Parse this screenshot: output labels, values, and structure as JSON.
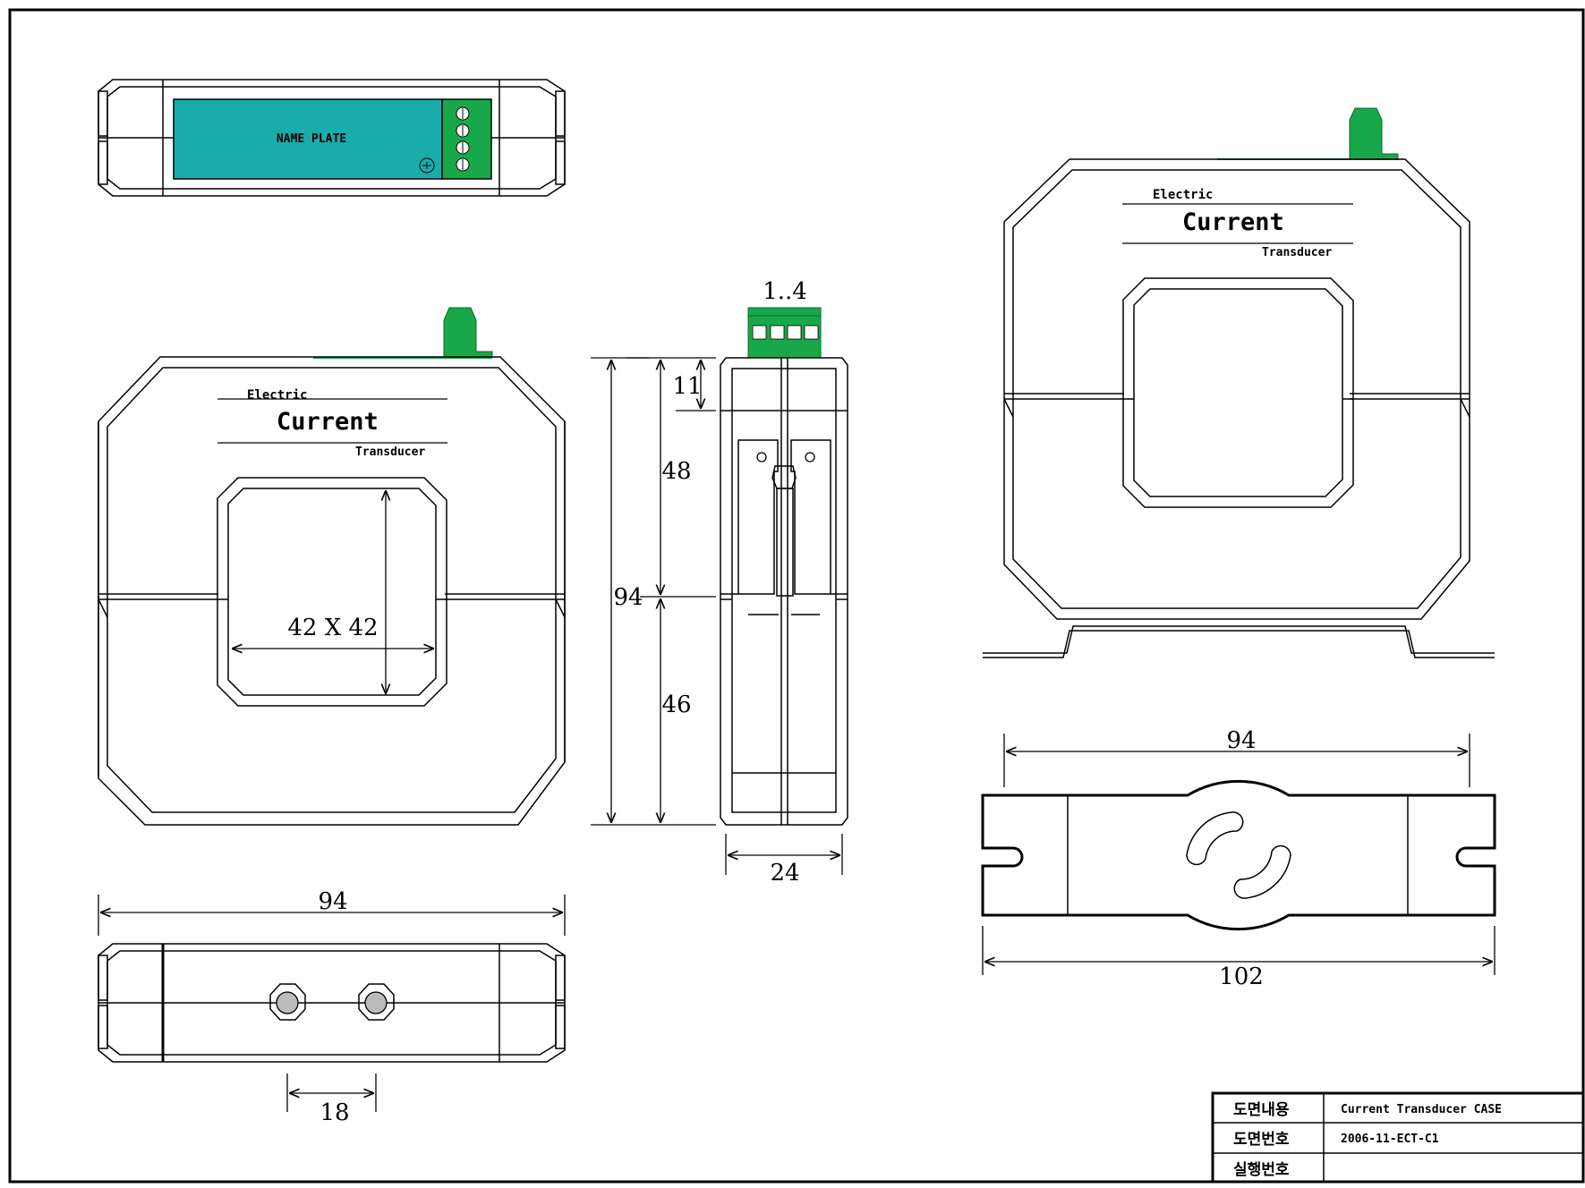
{
  "colors": {
    "line": "#000000",
    "terminal_green": "#18a84a",
    "name_plate_teal": "#1aabab"
  },
  "name_plate": {
    "label": "NAME PLATE"
  },
  "brand": {
    "top": "Electric",
    "main": "Current",
    "bottom": "Transducer"
  },
  "dimensions": {
    "front_window": "42 X 42",
    "width": "94",
    "height": "94",
    "top_section": "11",
    "upper_half": "48",
    "lower_half": "46",
    "depth": "24",
    "hole_spacing": "18",
    "terminals": "1..4",
    "bracket_inner": "94",
    "bracket_outer": "102"
  },
  "title_block": {
    "rows": [
      {
        "label": "도면내용",
        "value": "Current Transducer CASE"
      },
      {
        "label": "도면번호",
        "value": "2006-11-ECT-C1"
      },
      {
        "label": "실행번호",
        "value": ""
      }
    ]
  }
}
